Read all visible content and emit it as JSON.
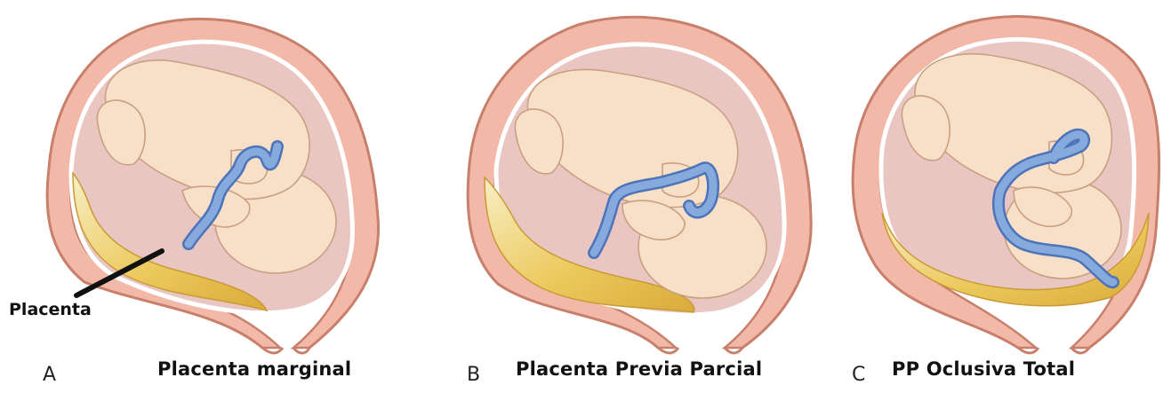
{
  "colors": {
    "uterus_wall": "#f2b8a8",
    "uterus_outline": "#c8806c",
    "membrane": "#ffffff",
    "amniotic": "#e9c6c2",
    "fetus_skin": "#f8dfc8",
    "fetus_outline": "#c9a080",
    "cord": "#86aadd",
    "cord_outline": "#4d74b8",
    "placenta": "#ecc95c",
    "placenta_light": "#f8eec4",
    "pointer": "#111111"
  },
  "panels": [
    {
      "letter": "A",
      "caption": "Placenta marginal",
      "placenta_type": "marginal"
    },
    {
      "letter": "B",
      "caption": "Placenta Previa Parcial",
      "placenta_type": "partial"
    },
    {
      "letter": "C",
      "caption": "PP Oclusiva Total",
      "placenta_type": "total"
    }
  ],
  "pointer": {
    "label": "Placenta"
  }
}
